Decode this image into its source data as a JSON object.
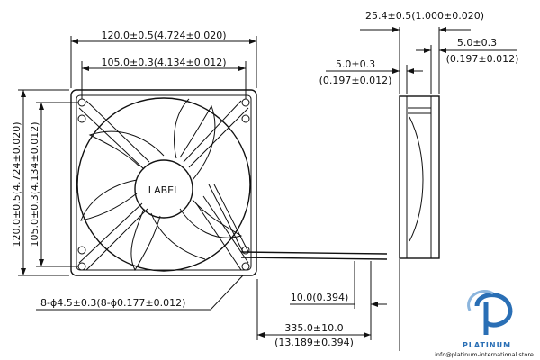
{
  "drawing": {
    "front_view": {
      "hub_label": "LABEL",
      "width_outer": "120.0±0.5(4.724±0.020)",
      "width_holes": "105.0±0.3(4.134±0.012)",
      "height_outer": "120.0±0.5(4.724±0.020)",
      "height_holes": "105.0±0.3(4.134±0.012)",
      "holes": "8-ϕ4.5±0.3(8-ϕ0.177±0.012)"
    },
    "side_view": {
      "depth": "25.4±0.5(1.000±0.020)",
      "flange_right_mm": "5.0±0.3",
      "flange_right_in": "(0.197±0.012)",
      "flange_left_mm": "5.0±0.3",
      "flange_left_in": "(0.197±0.012)"
    },
    "wire": {
      "strip": "10.0(0.394)",
      "length_mm": "335.0±10.0",
      "length_in": "(13.189±0.394)"
    }
  },
  "watermark": {
    "brand": "PLATINUM",
    "email": "info@platinum-international.store",
    "brand_color": "#2a6fb5"
  }
}
